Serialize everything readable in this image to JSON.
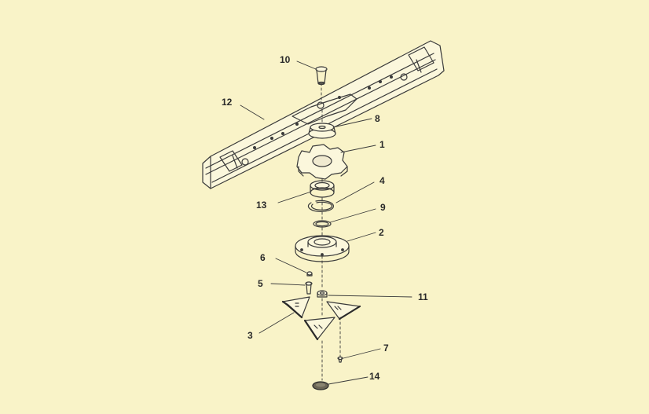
{
  "diagram": {
    "background_color": "#f9f3c8",
    "line_color": "#3a3a3a",
    "part_labels": {
      "p1": "1",
      "p2": "2",
      "p3": "3",
      "p4": "4",
      "p5": "5",
      "p6": "6",
      "p7": "7",
      "p8": "8",
      "p9": "9",
      "p10": "10",
      "p11": "11",
      "p12": "12",
      "p13": "13",
      "p14": "14"
    }
  }
}
